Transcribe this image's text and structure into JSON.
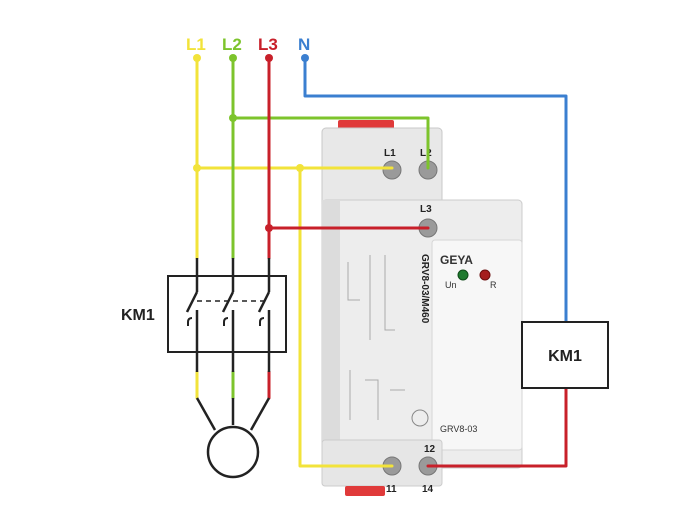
{
  "lines": {
    "l1": "L1",
    "l2": "L2",
    "l3": "L3",
    "n": "N"
  },
  "contactor": {
    "label": "KM1"
  },
  "coil": {
    "label": "KM1"
  },
  "relay": {
    "brand": "GEYA",
    "model_vertical": "GRV8-03/M460",
    "model_front": "GRV8-03",
    "led_un": "Un",
    "led_r": "R",
    "term_l1": "L1",
    "term_l2": "L2",
    "term_l3": "L3",
    "term_12": "12",
    "term_11": "11",
    "term_14": "14"
  },
  "colors": {
    "l1": "#f2e33a",
    "l2": "#7dc42c",
    "l3": "#c8202a",
    "n": "#3b7fd0",
    "black": "#222222"
  }
}
